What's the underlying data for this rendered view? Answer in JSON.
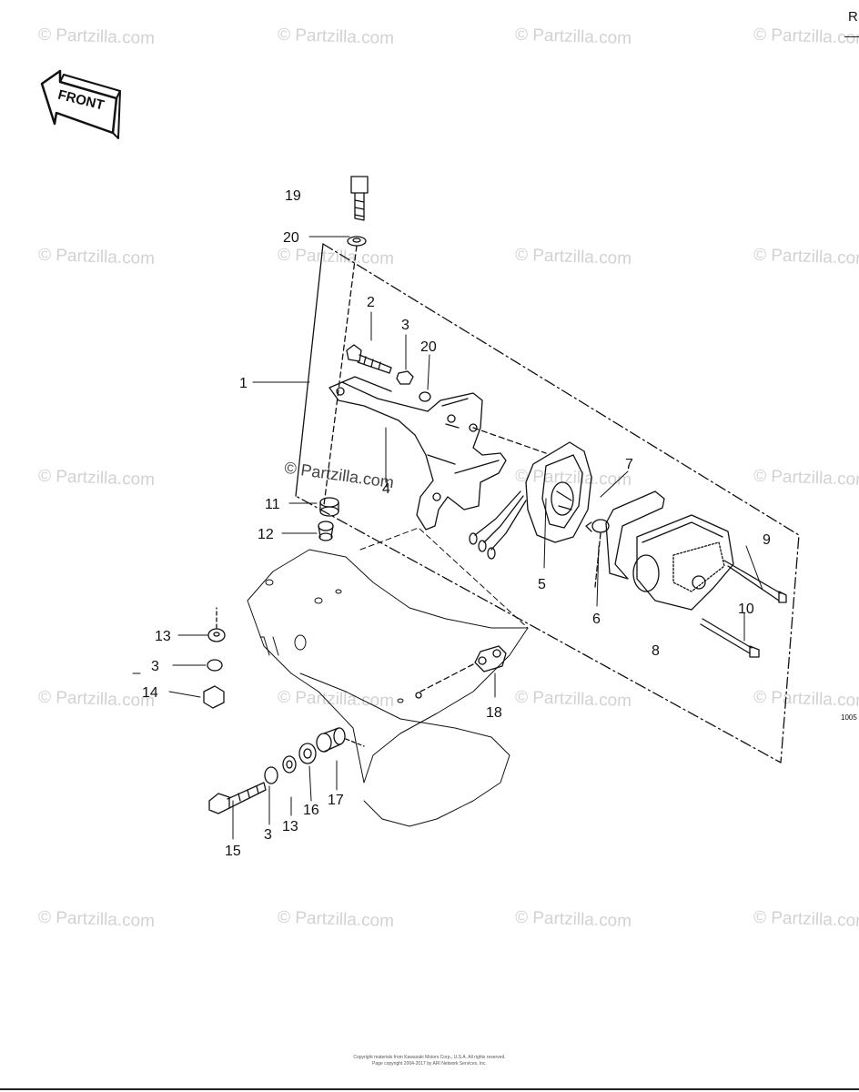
{
  "watermark_text": "© Partzilla.com",
  "front_arrow_label": "FRONT",
  "corner_letter": "R",
  "diagram_code": "1005",
  "footer": {
    "line1": "Copyright materials from Kawasaki Motors Corp., U.S.A. All rights reserved.",
    "line2": "Page copyright 2004-2017 by ARI Network Services, Inc."
  },
  "callouts": {
    "c1": "1",
    "c2": "2",
    "c3a": "3",
    "c3b": "3",
    "c3c": "3",
    "c4": "4",
    "c5": "5",
    "c6": "6",
    "c7": "7",
    "c8": "8",
    "c9": "9",
    "c10": "10",
    "c11": "11",
    "c12": "12",
    "c13a": "13",
    "c13b": "13",
    "c14": "14",
    "c15": "15",
    "c16": "16",
    "c17": "17",
    "c18": "18",
    "c19": "19",
    "c20a": "20",
    "c20b": "20"
  },
  "colors": {
    "line": "#111111",
    "watermark": "#d2d2d2"
  }
}
